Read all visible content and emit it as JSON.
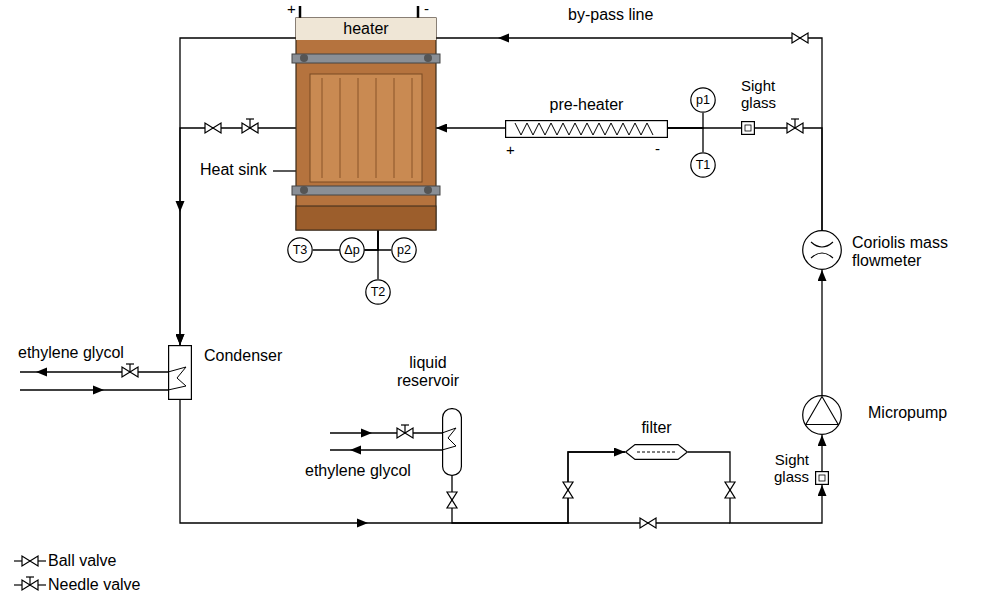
{
  "diagram": {
    "nodes": [
      {
        "text": [
          "heater"
        ]
      },
      {
        "text": [
          "pre-heater"
        ]
      },
      {
        "text": [
          "p1"
        ]
      },
      {
        "text": [
          "T1"
        ]
      },
      {
        "text": [
          "Sight glass"
        ]
      },
      {
        "text": [
          "Coriolis mass flowmeter"
        ]
      },
      {
        "text": [
          "Micropump"
        ]
      },
      {
        "text": [
          "Sight glass"
        ]
      },
      {
        "text": [
          "filter"
        ]
      },
      {
        "text": [
          "liquid reservoir"
        ]
      },
      {
        "text": [
          "Condenser"
        ]
      },
      {
        "text": [
          "T3"
        ]
      },
      {
        "text": [
          "Δp"
        ]
      },
      {
        "text": [
          "p2"
        ]
      },
      {
        "text": [
          "T2"
        ]
      }
    ],
    "edges": [
      {
        "from": 6,
        "to": 5,
        "arrow": "to"
      },
      {
        "from": 5,
        "to": 4,
        "arrow": "none"
      },
      {
        "from": 4,
        "to": 1,
        "arrow": "none"
      },
      {
        "from": 1,
        "to": 0,
        "arrow": "to"
      },
      {
        "from": 0,
        "to": 10,
        "arrow": "to"
      },
      {
        "from": 10,
        "to": 8,
        "arrow": "to"
      },
      {
        "from": 8,
        "to": 7,
        "arrow": "to"
      },
      {
        "from": 7,
        "to": 6,
        "arrow": "to"
      },
      {
        "from": 5,
        "to": 10,
        "arrow": "to"
      },
      {
        "from": 9,
        "to": 8,
        "arrow": "none"
      },
      {
        "from": 2,
        "to": 1,
        "arrow": "none"
      },
      {
        "from": 3,
        "to": 1,
        "arrow": "none"
      },
      {
        "from": 11,
        "to": 0,
        "arrow": "none"
      },
      {
        "from": 12,
        "to": 0,
        "arrow": "none"
      },
      {
        "from": 13,
        "to": 0,
        "arrow": "none"
      },
      {
        "from": 14,
        "to": 0,
        "arrow": "none"
      }
    ],
    "labels": [
      "by-pass line",
      "+",
      "-",
      "+",
      "-",
      "Heat sink",
      "ethylene glycol",
      "ethylene glycol"
    ],
    "legend": [
      {
        "text": "Ball valve"
      },
      {
        "text": "Needle valve"
      }
    ]
  }
}
